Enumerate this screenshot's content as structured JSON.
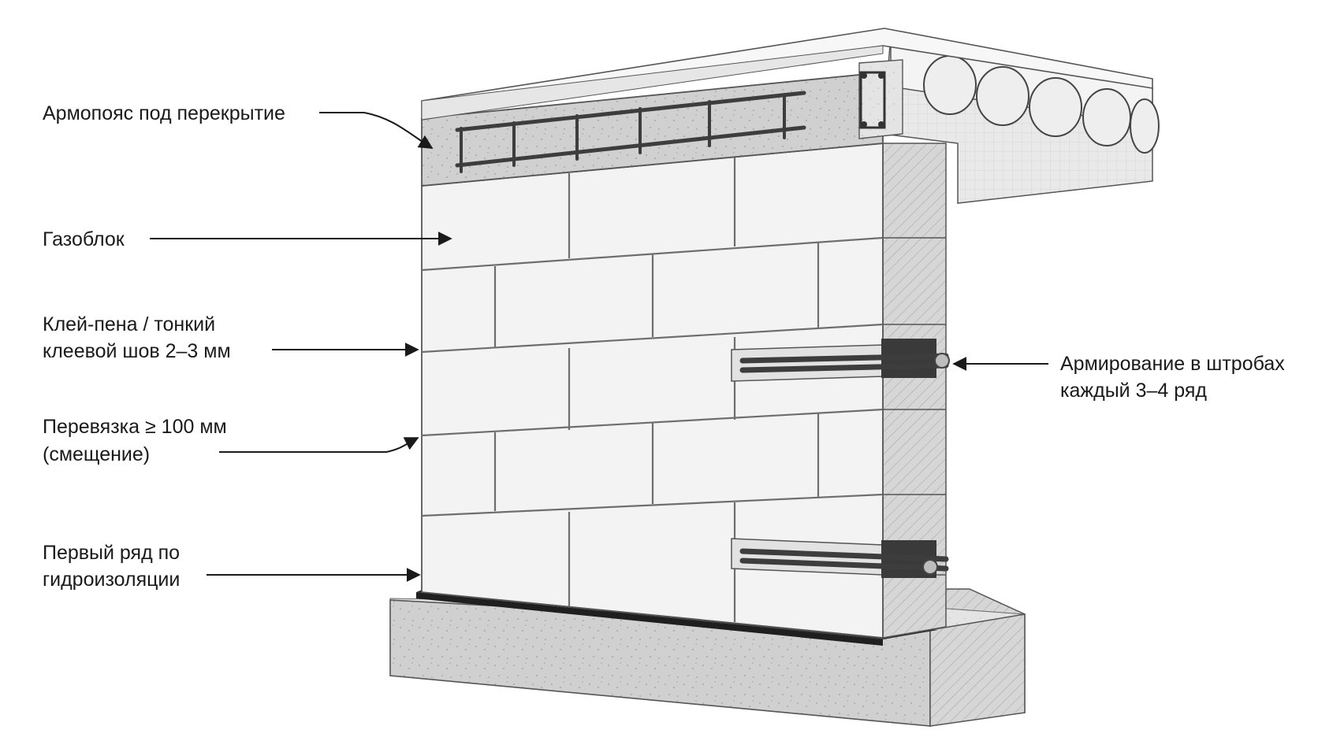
{
  "diagram": {
    "labels": {
      "armopoyas": "Армопояс под перекрытие",
      "gazoblok": "Газоблок",
      "glue_line1": "Клей-пена / тонкий",
      "glue_line2": "клеевой шов 2–3 мм",
      "perevyazka_line1": "Перевязка ≥ 100 мм",
      "perevyazka_line2": "(смещение)",
      "first_row_line1": "Первый ряд по",
      "first_row_line2": "гидроизоляции",
      "armirovanie_line1": "Армирование в штробах",
      "armirovanie_line2": "каждый 3–4 ряд"
    },
    "colors": {
      "block_face": "#f3f3f3",
      "block_side": "#dcdcdc",
      "concrete": "#d4d4d4",
      "slab_top": "#f7f7f7",
      "waterproofing": "#2e2e2e",
      "rebar": "#3d3d3d",
      "ink": "#1a1a1a"
    }
  }
}
